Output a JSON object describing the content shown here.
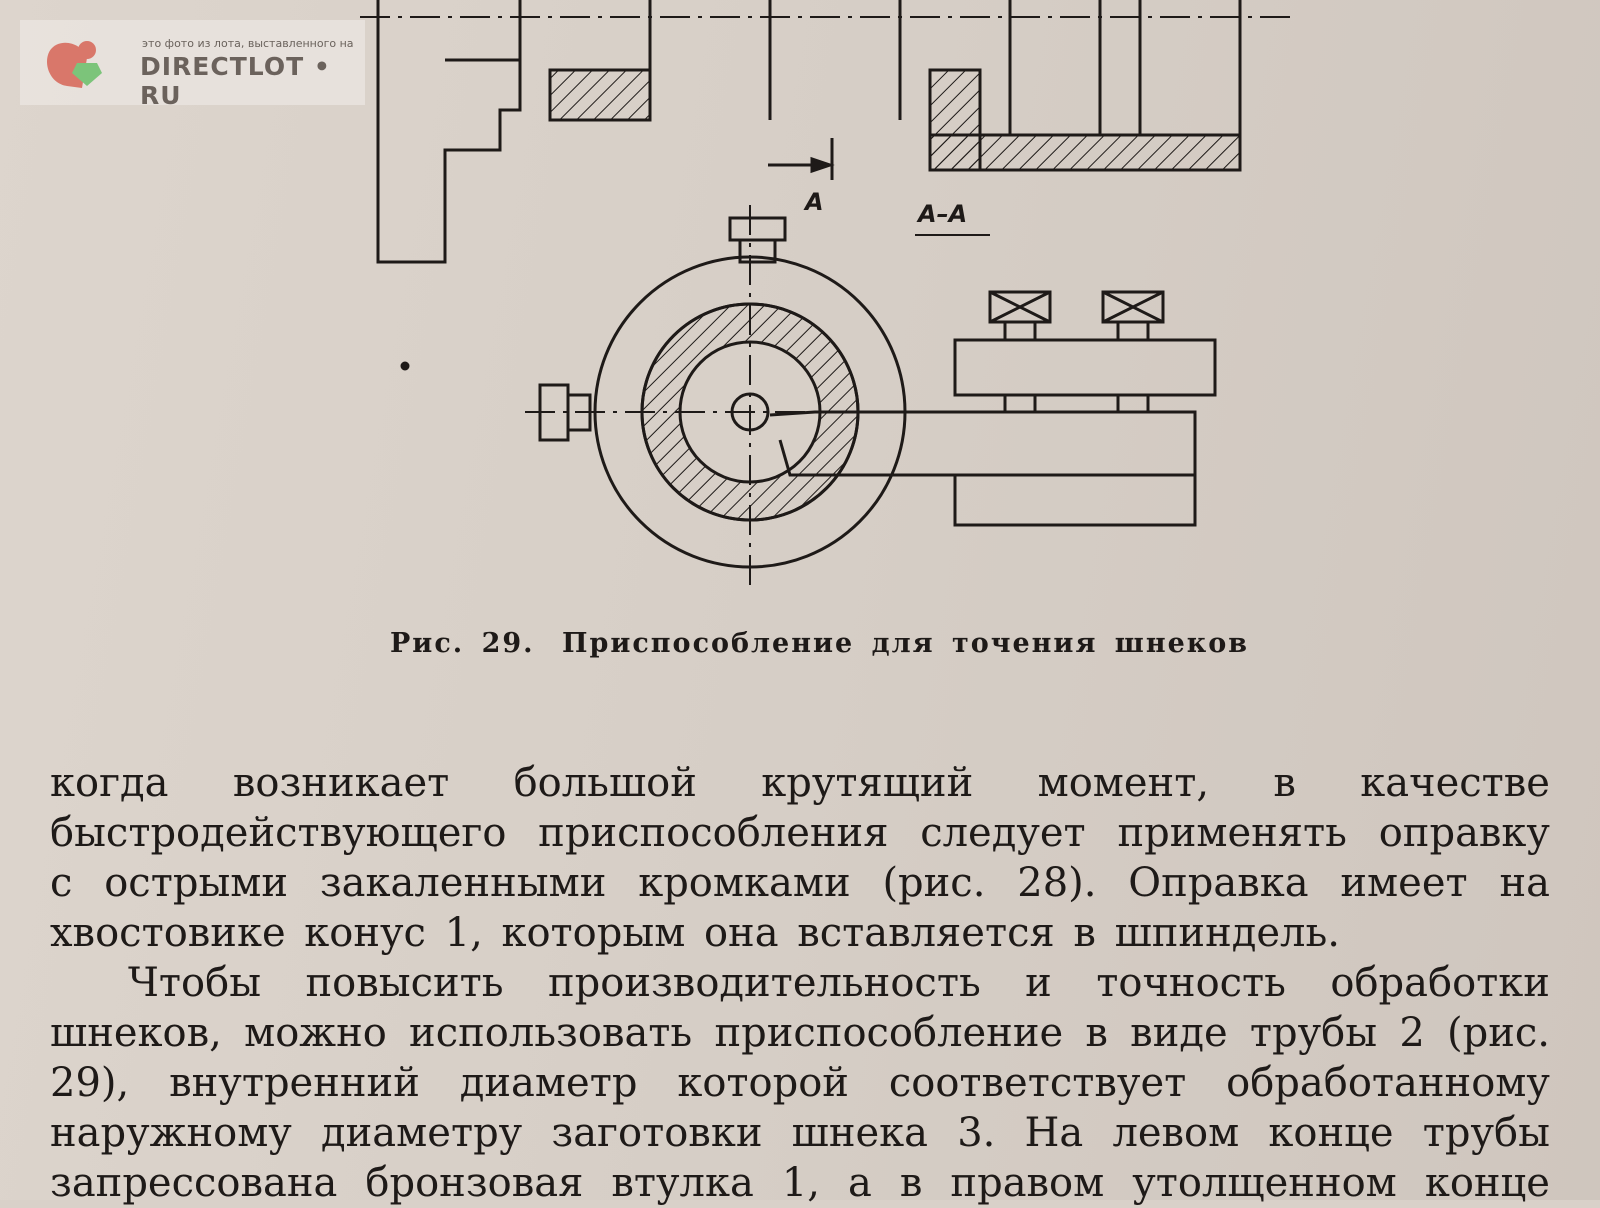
{
  "watermark": {
    "tagline": "это фото из лота, выставленного на",
    "brand": "DIRECTLOT • RU"
  },
  "figure": {
    "section_mark": "А",
    "section_label": "А–А",
    "caption_number": "Рис. 29.",
    "caption_title": "Приспособление для точения шнеков"
  },
  "body_lines": [
    "когда возникает большой крутящий момент, в качестве",
    "быстродействующего приспособления следует применять оправку",
    "с острыми закаленными кромками (рис. 28). Оправка имеет на",
    "хвостовике конус 1, которым она вставляется в шпиндель.",
    "Чтобы повысить производительность и точность обработки",
    "шнеков, можно использовать приспособление в виде трубы 2 (рис.",
    "29), внутренний диаметр которой соответствует обработанному",
    "наружному диаметру заготовки шнека 3. На левом конце трубы",
    "запрессована бронзовая втулка 1, а в правом утолщенном конце"
  ]
}
